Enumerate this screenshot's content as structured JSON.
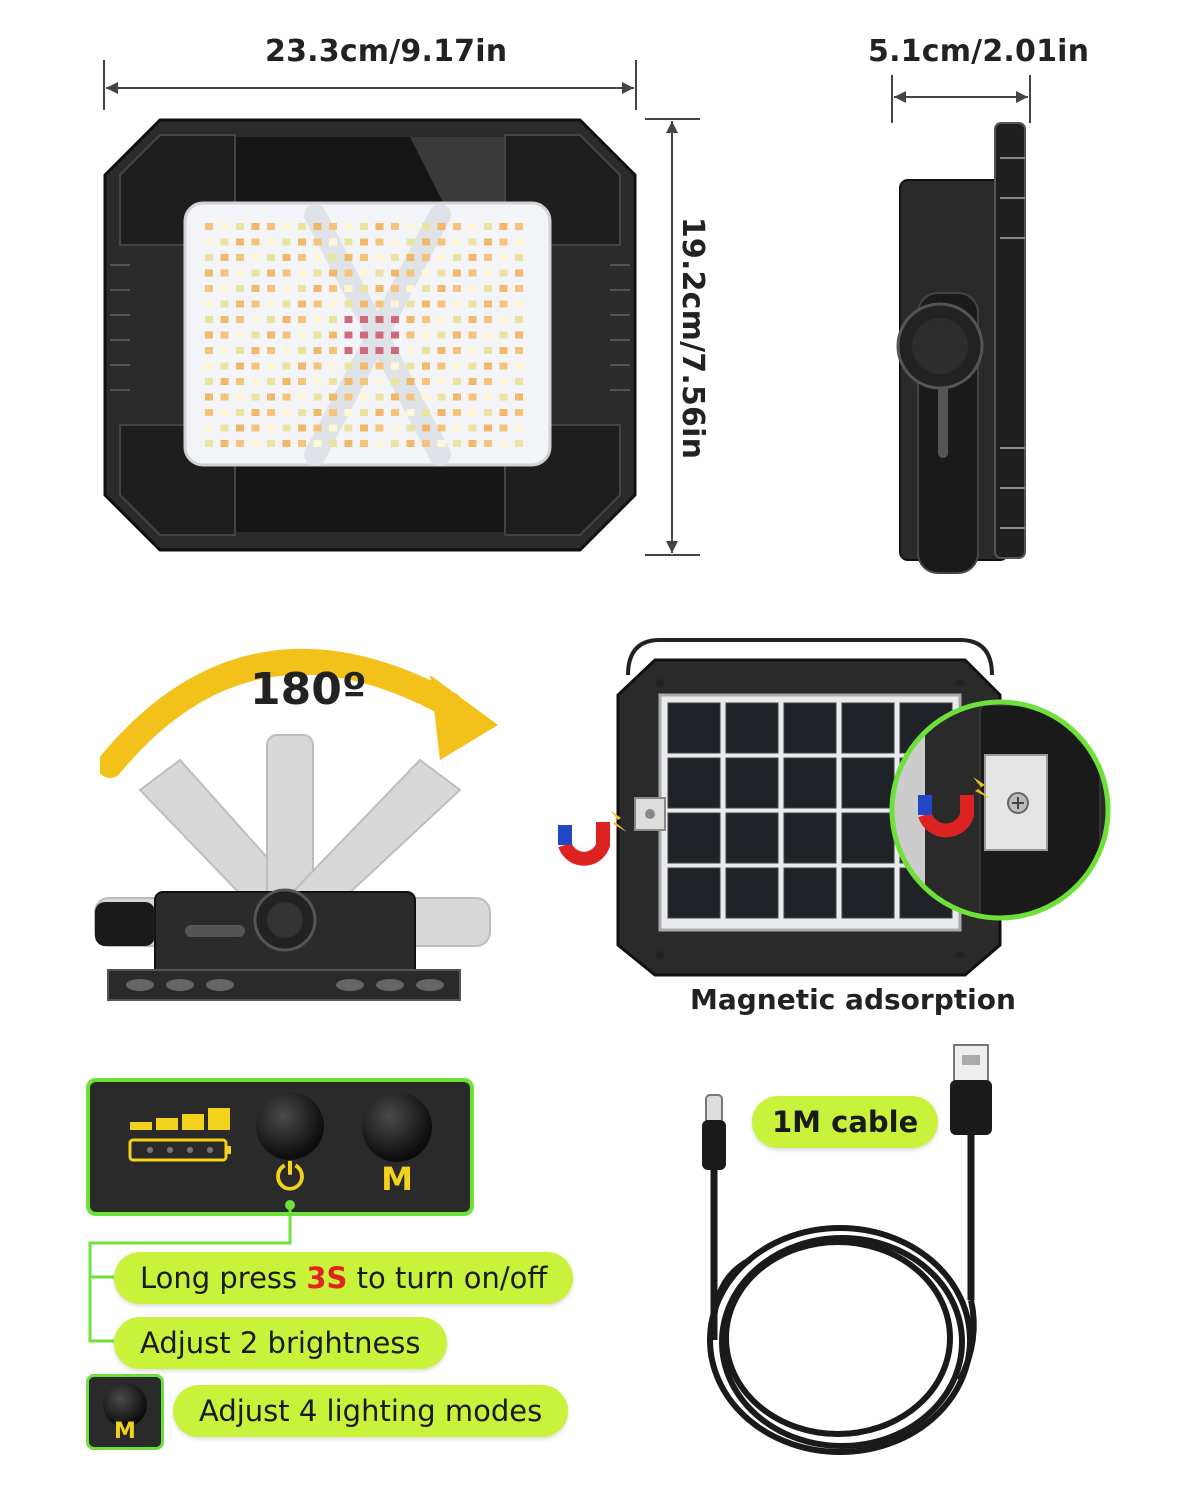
{
  "dimensions": {
    "width": "23.3cm/9.17in",
    "depth": "5.1cm/2.01in",
    "height": "19.2cm/7.56in"
  },
  "rotation": {
    "angle": "180º"
  },
  "magnet": {
    "caption": "Magnetic adsorption"
  },
  "control_panel": {
    "power_glyph": "⏻",
    "mode_key": "M"
  },
  "instructions": {
    "long_press_before": "Long press ",
    "long_press_highlight": "3S",
    "long_press_after": " to turn on/off",
    "brightness": "Adjust 2 brightness",
    "modes": "Adjust 4 lighting modes",
    "mode_key_small": "M"
  },
  "cable": {
    "label": "1M cable"
  },
  "colors": {
    "accent_green": "#c9f23a",
    "panel_green": "#6ee03a",
    "arrow_yellow": "#f2c21a",
    "highlight_red": "#e0231b"
  }
}
